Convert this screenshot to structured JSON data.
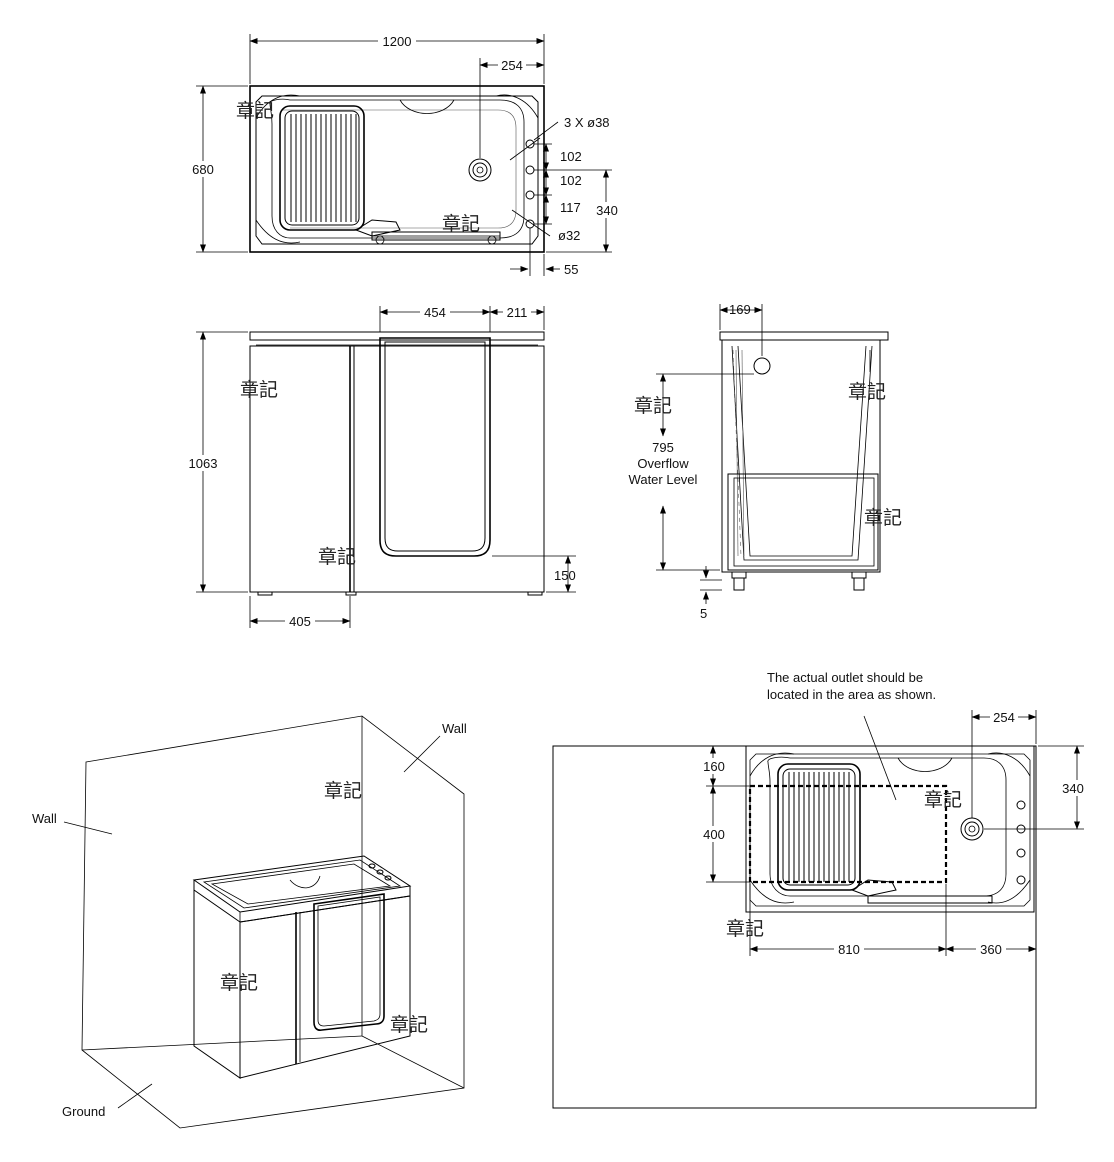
{
  "watermark": "章記",
  "top_view": {
    "width": "1200",
    "depth": "680",
    "offset_254": "254",
    "holes": "3 X ø38",
    "spacing_1": "102",
    "spacing_2": "102",
    "spacing_3": "117",
    "drain_height": "340",
    "drain_dia": "ø32",
    "edge_55": "55"
  },
  "front_view": {
    "height": "1063",
    "door_width": "454",
    "door_offset": "211",
    "sill_height": "150",
    "panel_width": "405"
  },
  "side_view": {
    "offset": "169",
    "overflow_value": "795",
    "overflow_line1": "Overflow",
    "overflow_line2": "Water Level",
    "foot": "5"
  },
  "iso_view": {
    "wall_left": "Wall",
    "wall_right": "Wall",
    "ground": "Ground"
  },
  "outlet_view": {
    "note_line1": "The actual outlet should be",
    "note_line2": "located in the area as shown.",
    "right_offset": "254",
    "drain_height": "340",
    "top_margin": "160",
    "zone_height": "400",
    "zone_width": "810",
    "right_span": "360"
  }
}
